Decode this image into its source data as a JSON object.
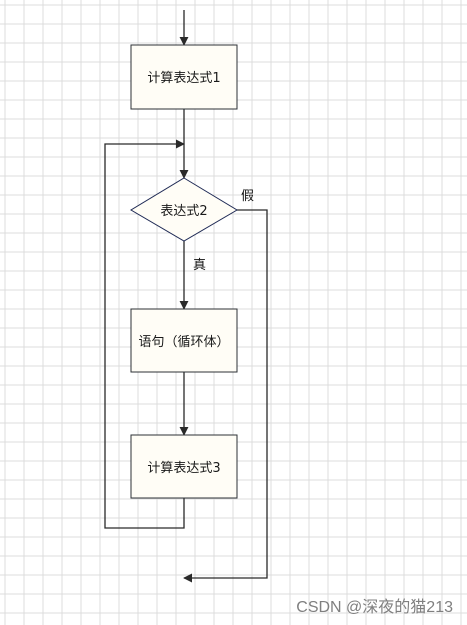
{
  "nodes": {
    "compute_expr1": "计算表达式1",
    "expr2": "表达式2",
    "statement": "语句（循环体）",
    "compute_expr3": "计算表达式3"
  },
  "labels": {
    "true": "真",
    "false": "假"
  },
  "watermark": "CSDN @深夜的猫213",
  "colors": {
    "grid": "#dcdcdc",
    "box_fill": "#fffdf6",
    "box_stroke": "#2c3136",
    "diamond_stroke": "#1f2a55",
    "arrow": "#2a2a2a",
    "watermark": "#7f7f7f"
  }
}
